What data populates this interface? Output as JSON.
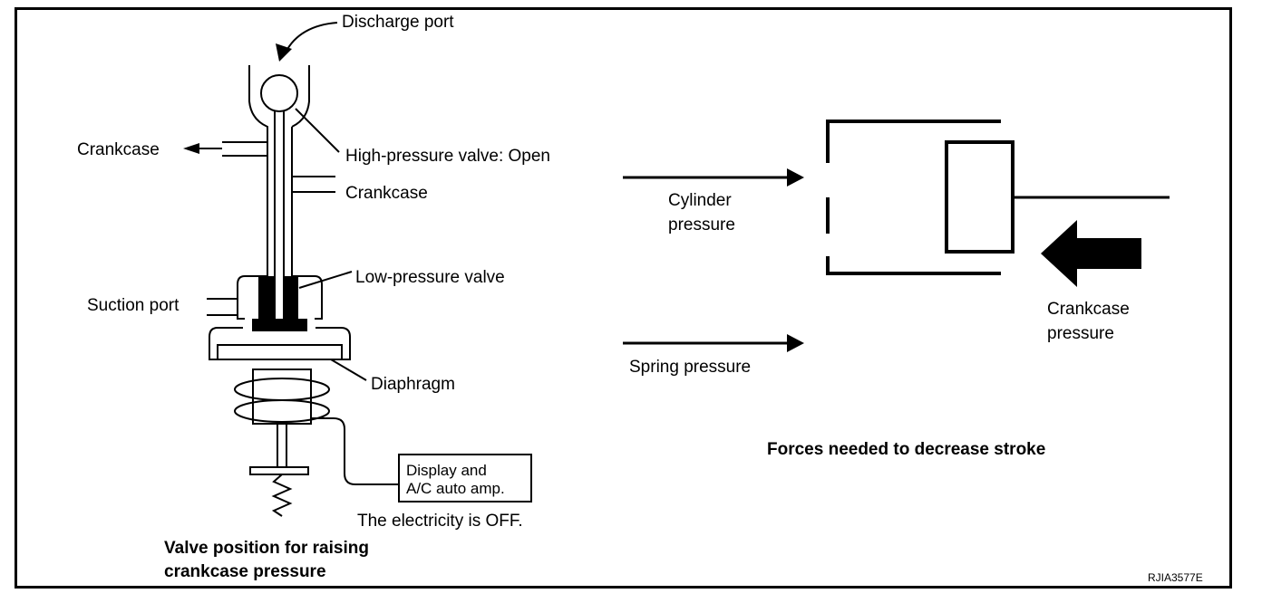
{
  "valve_diagram": {
    "discharge_port": "Discharge port",
    "crankcase_left": "Crankcase",
    "high_pressure_valve": "High-pressure valve: Open",
    "crankcase_right": "Crankcase",
    "low_pressure_valve": "Low-pressure valve",
    "suction_port": "Suction port",
    "diaphragm": "Diaphragm",
    "amp_line1": "Display and",
    "amp_line2": "A/C auto amp.",
    "electricity_status": "The electricity is OFF.",
    "caption_line1": "Valve position for raising",
    "caption_line2": "crankcase pressure"
  },
  "forces_diagram": {
    "cylinder_pressure_line1": "Cylinder",
    "cylinder_pressure_line2": "pressure",
    "spring_pressure": "Spring pressure",
    "crankcase_pressure_line1": "Crankcase",
    "crankcase_pressure_line2": "pressure",
    "caption": "Forces needed to decrease stroke"
  },
  "figure_id": "RJIA3577E"
}
